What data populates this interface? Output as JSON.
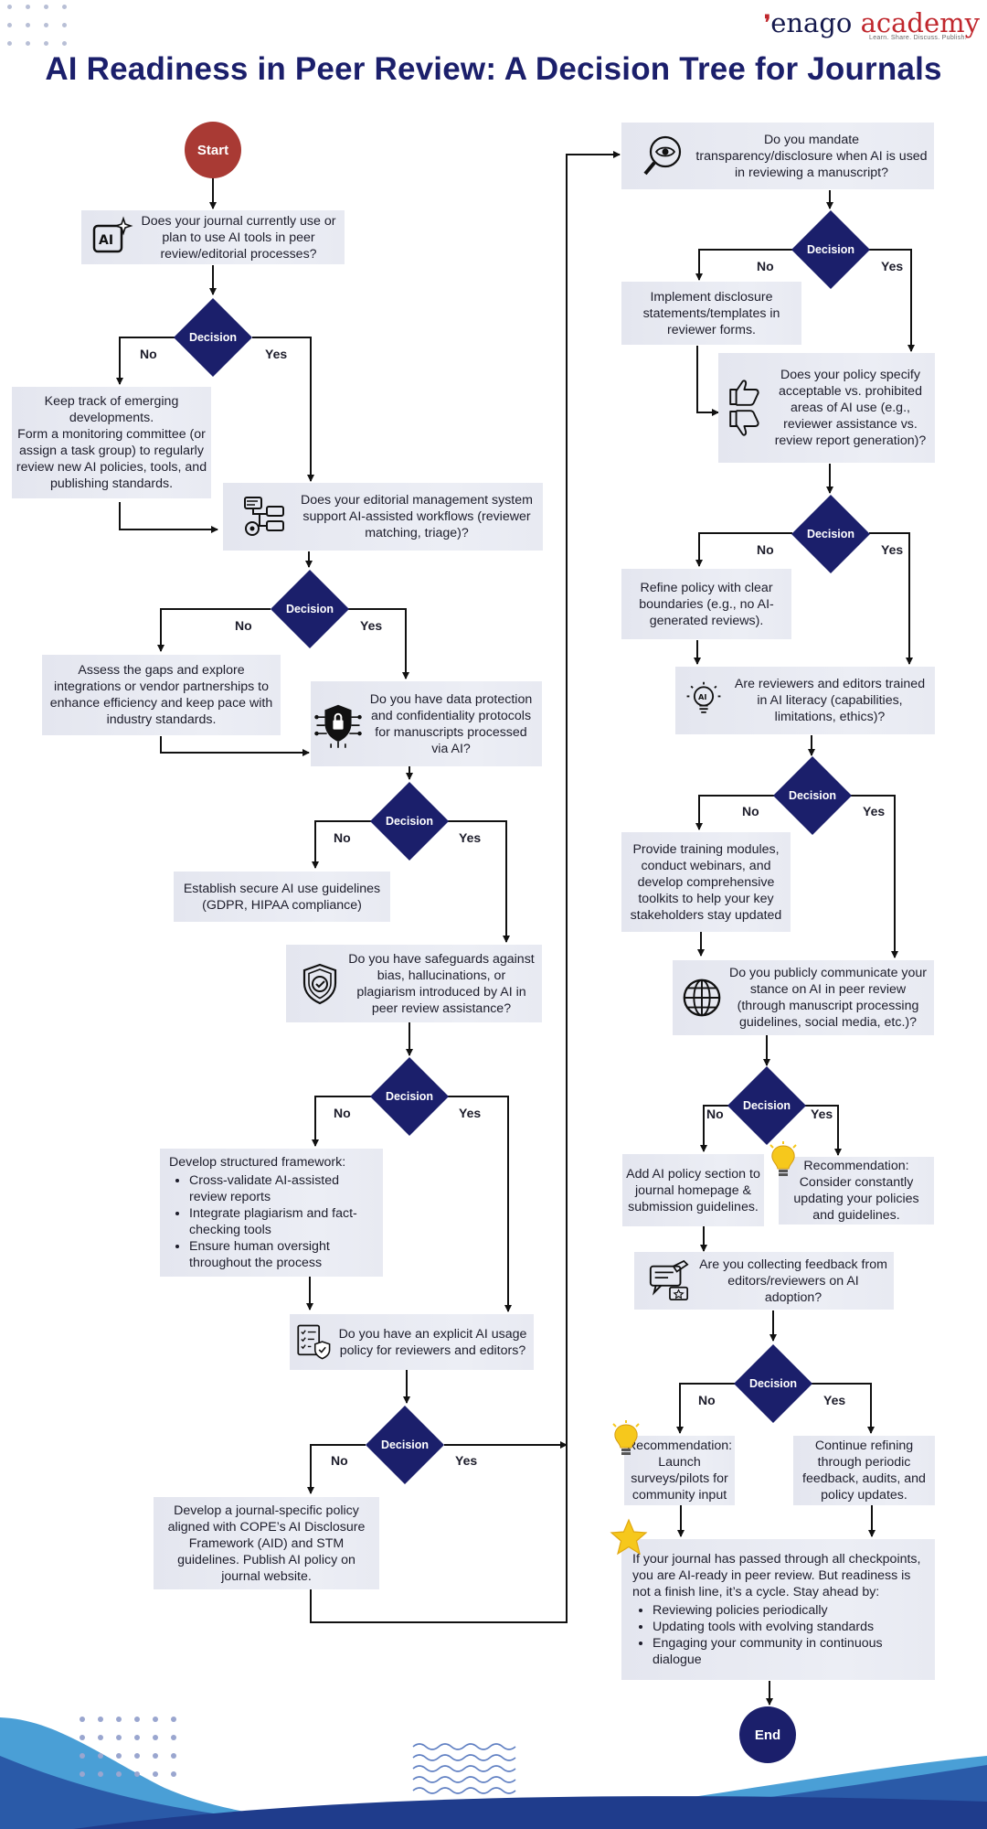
{
  "header": {
    "title": "AI Readiness in Peer Review: A Decision Tree for Journals",
    "logo_brand": "enago",
    "logo_academy": "academy",
    "logo_tagline": "Learn. Share. Discuss. Publish."
  },
  "flow": {
    "start": "Start",
    "end": "End",
    "decision_label": "Decision",
    "yes": "Yes",
    "no": "No",
    "q1": "Does your journal currently use or plan to use AI tools in peer review/editorial processes?",
    "q1_no": [
      "Keep track of emerging developments.",
      "Form a monitoring committee (or assign a task group) to regularly review new AI policies, tools, and publishing standards."
    ],
    "q2": "Does your editorial management system support AI-assisted workflows (reviewer matching, triage)?",
    "q2_no": "Assess the gaps and explore integrations or vendor partnerships to enhance efficiency and keep pace with industry standards.",
    "q3": "Do you have data protection and confidentiality protocols for manuscripts processed via AI?",
    "q3_no": "Establish secure AI use guidelines (GDPR, HIPAA compliance)",
    "q4": "Do you have safeguards against bias, hallucinations, or plagiarism introduced by AI in peer review assistance?",
    "q4_no_intro": "Develop structured framework:",
    "q4_no_items": [
      "Cross-validate AI-assisted review reports",
      "Integrate plagiarism and fact-checking tools",
      "Ensure human oversight throughout the process"
    ],
    "q5": "Do you have an explicit AI usage policy for reviewers and editors?",
    "q5_no": "Develop a journal-specific policy aligned with COPE’s AI Disclosure Framework (AID) and STM guidelines. Publish AI policy on journal website.",
    "q6": "Do you mandate transparency/disclosure when AI is used in reviewing a manuscript?",
    "q6_no": "Implement disclosure statements/templates in reviewer forms.",
    "q7": "Does your policy specify acceptable vs. prohibited areas of AI use (e.g., reviewer assistance vs. review report generation)?",
    "q7_no": "Refine policy with clear boundaries (e.g., no AI-generated reviews).",
    "q8": "Are reviewers and editors trained in AI literacy (capabilities, limitations, ethics)?",
    "q8_no": "Provide training modules, conduct webinars, and develop comprehensive toolkits to help your key stakeholders stay updated",
    "q9": "Do you publicly communicate your stance on AI in peer review (through manuscript processing guidelines, social media, etc.)?",
    "q9_no": "Add AI policy section to journal homepage & submission guidelines.",
    "q9_yes": "Recommendation: Consider constantly updating your policies and guidelines.",
    "q10": "Are you collecting feedback from editors/reviewers on AI adoption?",
    "q10_no": "Recommendation: Launch surveys/pilots for community input",
    "q10_yes": "Continue refining through periodic feedback, audits, and policy updates.",
    "final_intro": "If your journal has passed through all checkpoints, you are AI-ready in peer review. But readiness is not a finish line, it’s a cycle. Stay ahead by:",
    "final_items": [
      "Reviewing policies periodically",
      "Updating tools with evolving standards",
      "Engaging your community in continuous dialogue"
    ]
  },
  "icons": [
    "ai-chip-icon",
    "workflow-icon",
    "security-lock-icon",
    "shield-check-icon",
    "checklist-shield-icon",
    "search-eye-icon",
    "thumbs-up-down-icon",
    "ai-lightbulb-icon",
    "globe-icon",
    "feedback-chat-icon",
    "lightbulb-icon",
    "star-icon"
  ],
  "colors": {
    "title": "#1b1f6b",
    "decision": "#1b1f6b",
    "start": "#a93a34",
    "end": "#1b1f6b",
    "box": "#e8eaf2",
    "wave_light": "#4a9fd6",
    "wave_dark": "#1f3c8c"
  }
}
